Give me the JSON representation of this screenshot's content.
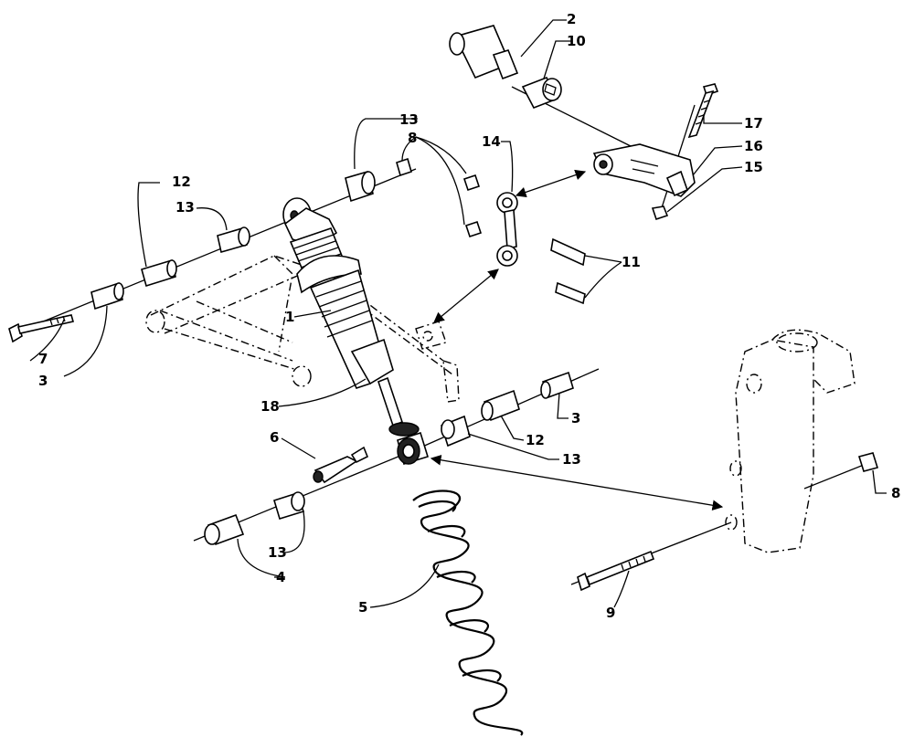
{
  "callouts": {
    "c1": "1",
    "c2": "2",
    "c3a": "3",
    "c3b": "3",
    "c4": "4",
    "c5": "5",
    "c6": "6",
    "c7": "7",
    "c8a": "8",
    "c8b": "8",
    "c9": "9",
    "c10": "10",
    "c11": "11",
    "c12a": "12",
    "c12b": "12",
    "c13a": "13",
    "c13b": "13",
    "c13c": "13",
    "c13d": "13",
    "c14": "14",
    "c15": "15",
    "c16": "16",
    "c17": "17",
    "c18": "18"
  }
}
